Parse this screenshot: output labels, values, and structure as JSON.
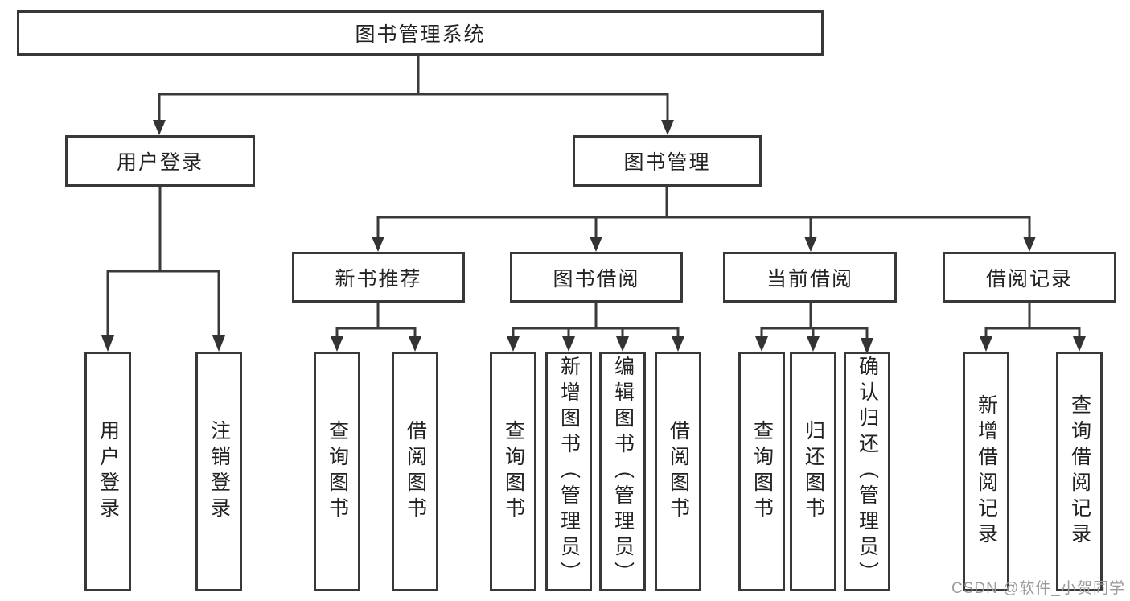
{
  "nodes": {
    "root": {
      "label": "图书管理系统"
    },
    "level1": [
      {
        "label": "用户登录"
      },
      {
        "label": "图书管理"
      }
    ],
    "level2": [
      {
        "label": "新书推荐"
      },
      {
        "label": "图书借阅"
      },
      {
        "label": "当前借阅"
      },
      {
        "label": "借阅记录"
      }
    ],
    "leaves": {
      "user_login": [
        "用户登录",
        "注销登录"
      ],
      "new_book": [
        "查询图书",
        "借阅图书"
      ],
      "book_borrow": [
        "查询图书",
        "新增图书（管理员）",
        "编辑图书（管理员）",
        "借阅图书"
      ],
      "current_borrow": [
        "查询图书",
        "归还图书",
        "确认归还（管理员）"
      ],
      "borrow_records": [
        "新增借阅记录",
        "查询借阅记录"
      ]
    }
  },
  "watermark": {
    "text": "CSDN @软件_小贺同学"
  },
  "colors": {
    "line": "#3a3a3a",
    "box_border": "#383838",
    "text": "#222222",
    "watermark": "#9b9b9b",
    "background": "#ffffff"
  }
}
